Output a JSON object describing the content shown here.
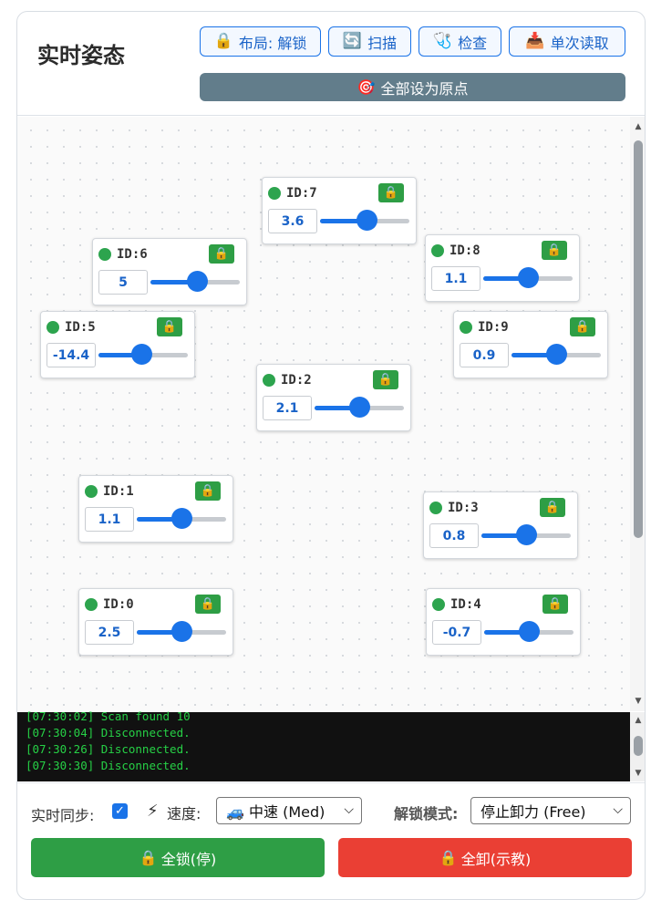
{
  "header": {
    "title": "实时姿态",
    "buttons": {
      "layout": {
        "icon": "🔒",
        "label": "布局: 解锁"
      },
      "scan": {
        "icon": "🔄",
        "label": "扫描"
      },
      "check": {
        "icon": "🩺",
        "label": "检查"
      },
      "read_once": {
        "icon": "📥",
        "label": "单次读取"
      }
    },
    "origin_button": {
      "icon": "🎯",
      "label": "全部设为原点"
    }
  },
  "nodes": [
    {
      "id": "ID:7",
      "value": "3.6",
      "level": 0.52
    },
    {
      "id": "ID:6",
      "value": "5",
      "level": 0.52
    },
    {
      "id": "ID:8",
      "value": "1.1",
      "level": 0.5
    },
    {
      "id": "ID:5",
      "value": "-14.4",
      "level": 0.48
    },
    {
      "id": "ID:9",
      "value": "0.9",
      "level": 0.5
    },
    {
      "id": "ID:2",
      "value": "2.1",
      "level": 0.5
    },
    {
      "id": "ID:1",
      "value": "1.1",
      "level": 0.5
    },
    {
      "id": "ID:3",
      "value": "0.8",
      "level": 0.5
    },
    {
      "id": "ID:0",
      "value": "2.5",
      "level": 0.5
    },
    {
      "id": "ID:4",
      "value": "-0.7",
      "level": 0.5
    }
  ],
  "lock_icon": "🔒",
  "node_status_color": "#2da44e",
  "log": {
    "lines": [
      "[07:30:02] Scan found 10",
      "[07:30:04] Disconnected.",
      "[07:30:26] Disconnected.",
      "[07:30:30] Disconnected."
    ]
  },
  "controls": {
    "sync_label": "实时同步:",
    "sync_checked": true,
    "speed_icon": "⚡",
    "speed_label": "速度:",
    "speed_value": "🚙 中速 (Med)",
    "unlock_mode_label": "解锁模式:",
    "unlock_mode_value": "停止卸力 (Free)",
    "lock_all": {
      "icon": "🔒",
      "label": "全锁(停)"
    },
    "unlock_all": {
      "icon": "🔒",
      "label": "全卸(示教)"
    }
  },
  "colors": {
    "accent": "#1a73e8",
    "origin_button": "#627d8b",
    "lock_all": "#2e9e45",
    "unlock_all": "#ea3f34",
    "log_text": "#26d146"
  }
}
